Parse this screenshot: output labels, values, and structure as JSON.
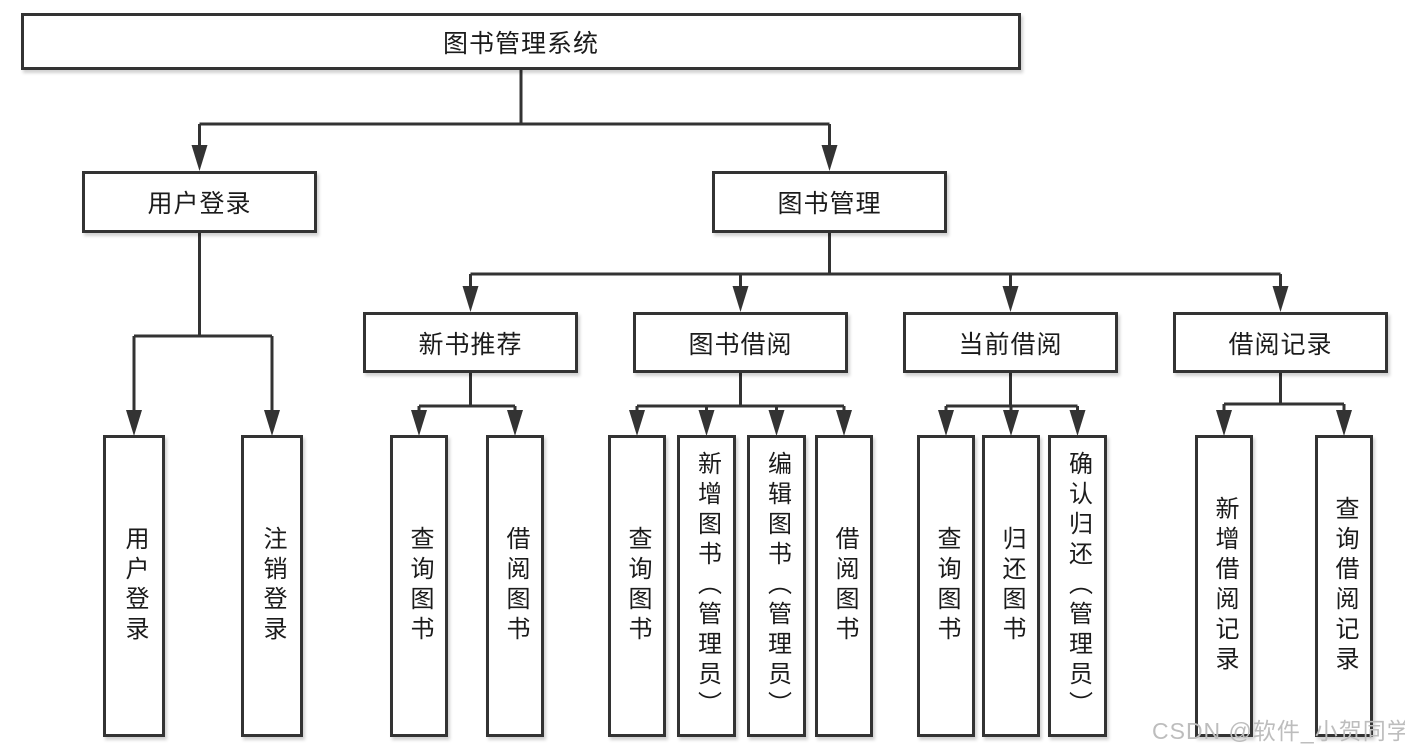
{
  "diagram": {
    "root": {
      "label": "图书管理系统"
    },
    "level2": [
      {
        "label": "用户登录"
      },
      {
        "label": "图书管理"
      }
    ],
    "level3": [
      {
        "label": "新书推荐"
      },
      {
        "label": "图书借阅"
      },
      {
        "label": "当前借阅"
      },
      {
        "label": "借阅记录"
      }
    ],
    "leaves": {
      "user_login": [
        "用户登录",
        "注销登录"
      ],
      "new_books": [
        "查询图书",
        "借阅图书"
      ],
      "borrow": [
        "查询图书",
        "新增图书（管理员）",
        "编辑图书（管理员）",
        "借阅图书"
      ],
      "current": [
        "查询图书",
        "归还图书",
        "确认归还（管理员）"
      ],
      "records": [
        "新增借阅记录",
        "查询借阅记录"
      ]
    }
  },
  "watermark": "CSDN @软件_小贺同学",
  "colors": {
    "line": "#333333",
    "border": "#333333",
    "background": "#ffffff",
    "text": "#1b1b1b",
    "watermark": "#bdbdbd"
  }
}
